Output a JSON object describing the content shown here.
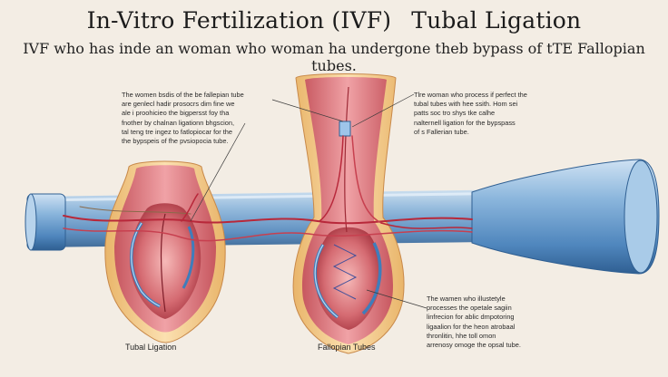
{
  "header": {
    "title_left": "In-Vitro Fertilization (IVF)",
    "title_right": "Tubal Ligation",
    "subtitle": "IVF who has inde an woman who woman ha undergone theb bypass of tTE  Fallopian tubes."
  },
  "annotations": {
    "left_note": [
      "The women bsdis of the be fallepian tube",
      "are genlecl hadir prosocrs dim fine we",
      "ale i proohicieo the bigpersst foy tha",
      "fnother by chalnan ligationn bhgscion,",
      "tal teng tre ingez to fatlopiocar for the",
      "the bypspeis of fhe pvsiopocia tube."
    ],
    "right_note": [
      "Tlre woman who process if perfect the",
      "tubal tubes with hee ssith. Hom sei",
      "patts soc tro shys tke calhe",
      "nalternell ligation for the bypspass",
      "of s Fallerian tube."
    ],
    "bottom_note": [
      "The wamen who illustetyle",
      "processes the opetale sagiin",
      "linfrecion for ablic dmpotoring",
      "ligaalion for the heon atrobaal",
      "thronlitin, hhe toll omon",
      "arrenosy omoge the opsal tube."
    ]
  },
  "captions": {
    "left": "Tubal Ligation",
    "right": "Fallopian Tubes"
  },
  "colors": {
    "background": "#f3ede4",
    "tube_blue": "#6a9fcf",
    "tissue_pink": "#d9737c",
    "fat_yellow": "#f2c98a",
    "vessel_red": "#b8283a"
  }
}
